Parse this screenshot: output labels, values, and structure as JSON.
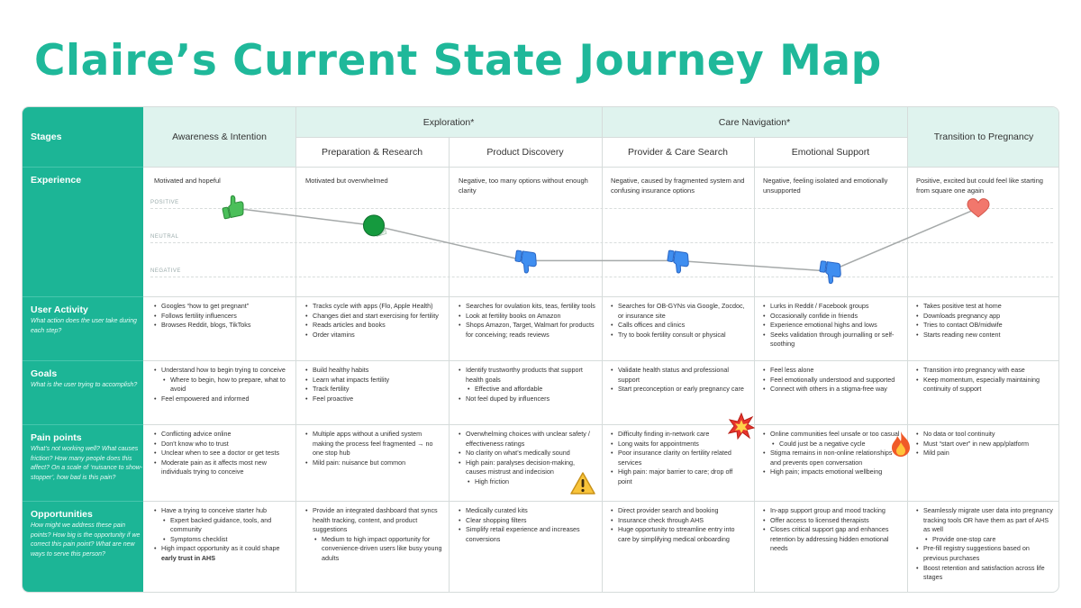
{
  "title": "Claire’s Current State Journey Map",
  "stages_label": "Stages",
  "groups": {
    "exploration": "Exploration*",
    "care": "Care Navigation*"
  },
  "stages": [
    "Awareness & Intention",
    "Preparation & Research",
    "Product Discovery",
    "Provider & Care Search",
    "Emotional Support",
    "Transition to Pregnancy"
  ],
  "rows": {
    "experience": {
      "title": "Experience"
    },
    "activity": {
      "title": "User Activity",
      "sub": "What action does the user take during each step?"
    },
    "goals": {
      "title": "Goals",
      "sub": "What is the user trying to accomplish?"
    },
    "pain": {
      "title": "Pain points",
      "sub": "What’s not working well? What causes friction? How many people does this affect? On a scale of ‘nuisance to show-stopper’, how bad is this pain?"
    },
    "opps": {
      "title": "Opportunities",
      "sub": "How might we address these pain points? How big is the opportunity if we correct this pain point? What are new ways to serve this person?"
    }
  },
  "scale": {
    "positive": "POSITIVE",
    "neutral": "NEUTRAL",
    "negative": "NEGATIVE"
  },
  "experience": [
    "Motivated and hopeful",
    "Motivated but overwhelmed",
    "Negative, too many options without enough clarity",
    "Negative, caused by fragmented system and confusing insurance options",
    "Negative, feeling isolated and emotionally unsupported",
    "Positive, excited but could feel like starting from square one again"
  ],
  "experience_levels": [
    0.95,
    0.7,
    0.2,
    0.2,
    0.05,
    0.95
  ],
  "experience_icons": [
    "thumbs-up-icon",
    "neutral-face-icon",
    "thumbs-down-icon",
    "thumbs-down-icon",
    "thumbs-down-icon",
    "heart-icon"
  ],
  "activity": [
    [
      {
        "t": "Googles “how to get pregnant”"
      },
      {
        "t": "Follows fertility influencers"
      },
      {
        "t": "Browses Reddit, blogs, TikToks"
      }
    ],
    [
      {
        "t": "Tracks cycle with apps (Flo, Apple Health)"
      },
      {
        "t": "Changes diet and start exercising for fertility"
      },
      {
        "t": "Reads articles and books"
      },
      {
        "t": "Order vitamins"
      }
    ],
    [
      {
        "t": "Searches for ovulation kits, teas, fertility tools"
      },
      {
        "t": "Look at fertility books on Amazon"
      },
      {
        "t": "Shops Amazon, Target, Walmart for products for conceiving; reads reviews"
      }
    ],
    [
      {
        "t": "Searches for OB-GYNs via Google, Zocdoc, or insurance site"
      },
      {
        "t": "Calls offices and clinics"
      },
      {
        "t": "Try to book fertility consult or physical"
      }
    ],
    [
      {
        "t": "Lurks in Reddit / Facebook groups"
      },
      {
        "t": "Occasionally confide in friends"
      },
      {
        "t": "Experience emotional highs and lows"
      },
      {
        "t": "Seeks validation through journalling or self-soothing"
      }
    ],
    [
      {
        "t": "Takes positive test at home"
      },
      {
        "t": "Downloads pregnancy app"
      },
      {
        "t": "Tries to contact OB/midwife"
      },
      {
        "t": "Starts reading new content"
      }
    ]
  ],
  "goals": [
    [
      {
        "t": "Understand how to begin trying to conceive"
      },
      {
        "t": "Where to begin, how to prepare, what to avoid",
        "sub": true
      },
      {
        "t": "Feel empowered and informed"
      }
    ],
    [
      {
        "t": "Build healthy habits"
      },
      {
        "t": "Learn what impacts fertility"
      },
      {
        "t": "Track fertility"
      },
      {
        "t": "Feel proactive"
      }
    ],
    [
      {
        "t": "Identify trustworthy products that support health goals"
      },
      {
        "t": "Effective and affordable",
        "sub": true
      },
      {
        "t": "Not feel duped by influencers"
      }
    ],
    [
      {
        "t": "Validate health status and professional support"
      },
      {
        "t": "Start preconception or early pregnancy care"
      }
    ],
    [
      {
        "t": "Feel less alone"
      },
      {
        "t": "Feel emotionally understood and supported"
      },
      {
        "t": "Connect with others in a stigma-free way"
      }
    ],
    [
      {
        "t": "Transition into pregnancy with ease"
      },
      {
        "t": "Keep momentum, especially maintaining continuity of support"
      }
    ]
  ],
  "pain": [
    [
      {
        "t": "Conflicting advice online"
      },
      {
        "t": "Don’t know who to trust"
      },
      {
        "t": "Unclear when to see a doctor or get tests"
      },
      {
        "t": "Moderate pain as it affects most new individuals trying to conceive"
      }
    ],
    [
      {
        "t": "Multiple apps without a unified system making the process feel fragmented → no one stop hub"
      },
      {
        "t": "Mild pain: nuisance but common"
      }
    ],
    [
      {
        "t": "Overwhelming choices with unclear safety / effectiveness ratings"
      },
      {
        "t": "No clarity on what’s medically sound"
      },
      {
        "t": "High pain: paralyses decision-making, causes mistrust and indecision"
      },
      {
        "t": "High friction",
        "sub": true
      }
    ],
    [
      {
        "t": "Difficulty finding in-network care"
      },
      {
        "t": "Long waits for appointments"
      },
      {
        "t": "Poor insurance clarity on fertility related services"
      },
      {
        "t": "High pain: major barrier to care; drop off point"
      }
    ],
    [
      {
        "t": "Online communities feel unsafe or too casual"
      },
      {
        "t": "Could just be a negative cycle",
        "sub": true
      },
      {
        "t": "Stigma remains in non-online relationships and prevents open conversation"
      },
      {
        "t": "High pain; impacts emotional wellbeing"
      }
    ],
    [
      {
        "t": "No data or tool continuity"
      },
      {
        "t": "Must “start over” in new app/platform"
      },
      {
        "t": "Mild pain"
      }
    ]
  ],
  "pain_icons": [
    "explosion-icon",
    "warning-icon",
    "fire-icon"
  ],
  "opps": [
    [
      {
        "t": "Have a trying to conceive starter hub"
      },
      {
        "t": "Expert backed guidance, tools, and community",
        "sub": true
      },
      {
        "t": "Symptoms checklist",
        "sub": true
      },
      {
        "t": "High impact opportunity as it could shape ",
        "b": "early trust in AHS"
      }
    ],
    [
      {
        "t": "Provide an integrated dashboard that syncs health tracking, content, and product suggestions"
      },
      {
        "t": "Medium to high impact opportunity for convenience-driven users like busy young adults",
        "sub": true
      }
    ],
    [
      {
        "t": "Medically curated kits"
      },
      {
        "t": "Clear shopping filters"
      },
      {
        "t": "Simplify retail experience and increases conversions"
      }
    ],
    [
      {
        "t": "Direct provider search and booking"
      },
      {
        "t": "Insurance check through AHS"
      },
      {
        "t": "Huge opportunity to streamline entry into care by simplifying medical onboarding"
      }
    ],
    [
      {
        "t": "In-app support group and mood tracking"
      },
      {
        "t": "Offer access to licensed therapists"
      },
      {
        "t": "Closes critical support gap and enhances retention by addressing hidden emotional needs"
      }
    ],
    [
      {
        "t": "Seamlessly migrate user data into pregnancy tracking tools OR have them as part of AHS as well"
      },
      {
        "t": "Provide one-stop care",
        "sub": true
      },
      {
        "t": "Pre-fill registry suggestions based on previous purchases"
      },
      {
        "t": "Boost retention and satisfaction across life stages"
      }
    ]
  ]
}
